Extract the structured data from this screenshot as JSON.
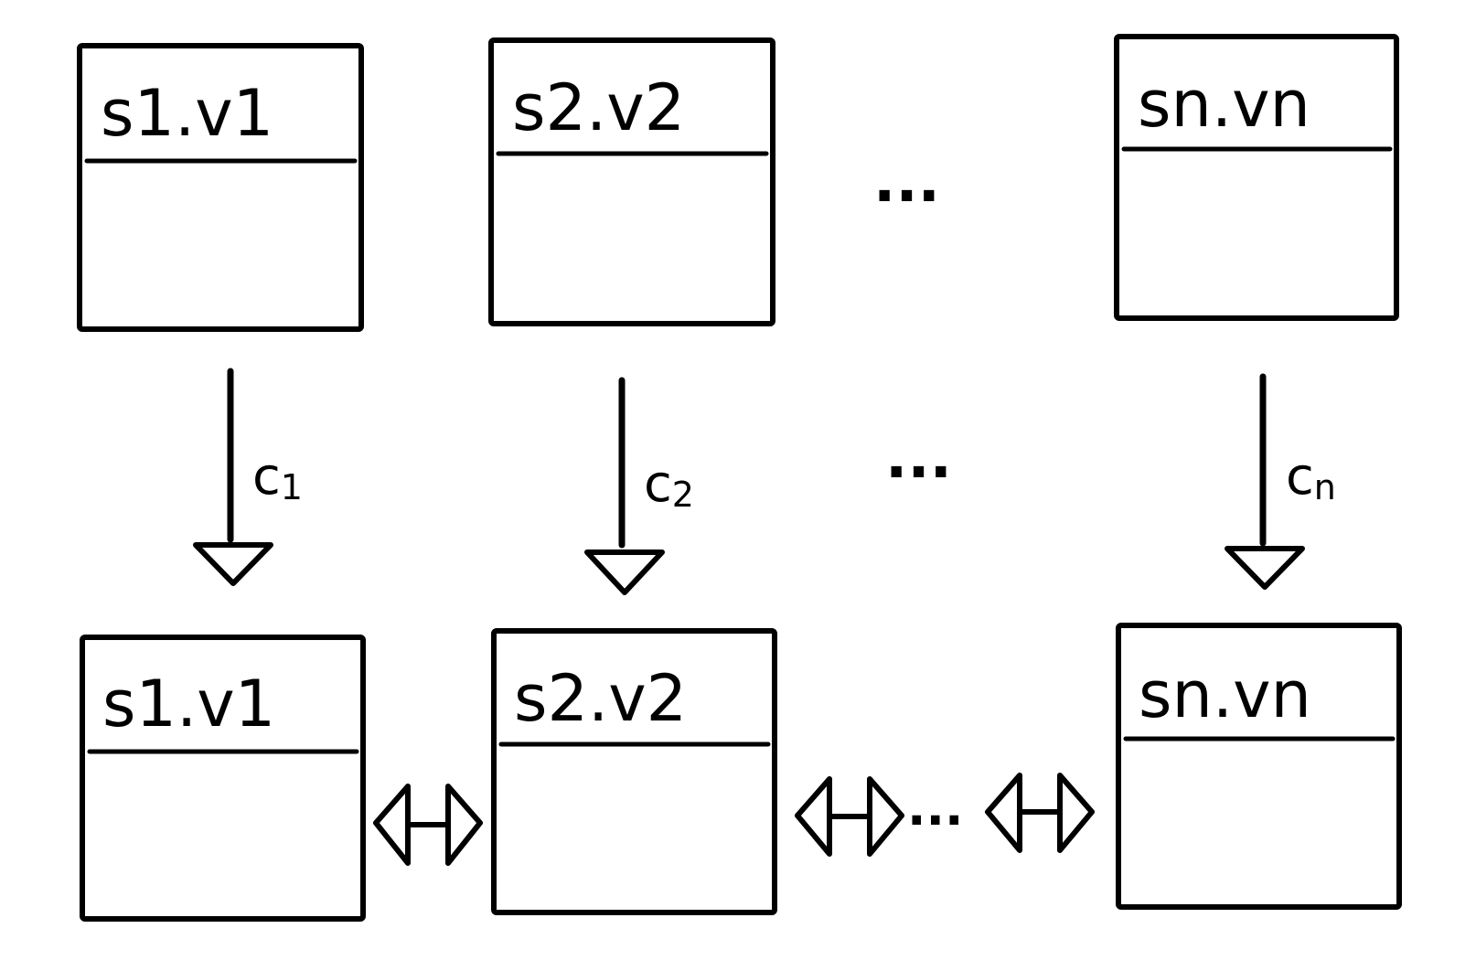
{
  "colors": {
    "stroke": "#000000",
    "background": "#ffffff"
  },
  "top_row": {
    "boxes": [
      {
        "label": "s1.v1"
      },
      {
        "label": "s2.v2"
      },
      {
        "label": "sn.vn"
      }
    ],
    "ellipsis": "..."
  },
  "arrows": {
    "labels": [
      {
        "base": "c",
        "sub": "1"
      },
      {
        "base": "c",
        "sub": "2"
      },
      {
        "base": "c",
        "sub": "n"
      }
    ],
    "ellipsis": "..."
  },
  "bottom_row": {
    "boxes": [
      {
        "label": "s1.v1"
      },
      {
        "label": "s2.v2"
      },
      {
        "label": "sn.vn"
      }
    ],
    "connector_ellipsis": "..."
  }
}
